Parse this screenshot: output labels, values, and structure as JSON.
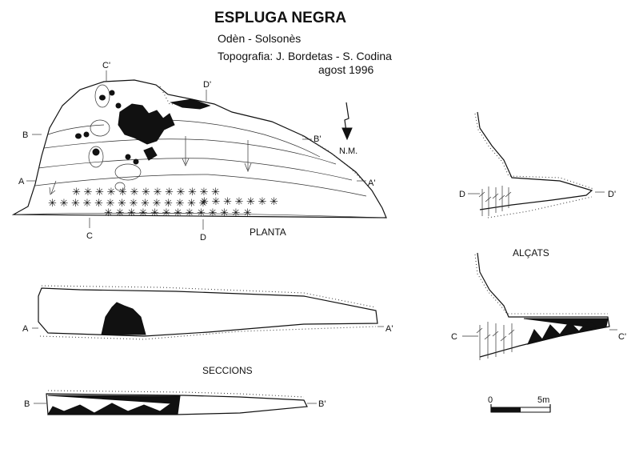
{
  "header": {
    "title": "ESPLUGA NEGRA",
    "location": "Odèn - Solsonès",
    "topography": "Topografia: J. Bordetas - S. Codina",
    "date": "agost 1996"
  },
  "plan": {
    "caption": "PLANTA",
    "north_label": "N.M.",
    "markers": [
      "C'",
      "D'",
      "B",
      "B'",
      "A",
      "A'",
      "C",
      "D"
    ]
  },
  "sections": {
    "caption": "SECCIONS",
    "aa": {
      "left": "A",
      "right": "A'"
    },
    "bb": {
      "left": "B",
      "right": "B'"
    }
  },
  "elevations": {
    "caption": "ALÇATS",
    "dd": {
      "left": "D",
      "right": "D'"
    },
    "cc": {
      "left": "C",
      "right": "C'"
    }
  },
  "scale": {
    "start": "0",
    "end": "5m"
  }
}
